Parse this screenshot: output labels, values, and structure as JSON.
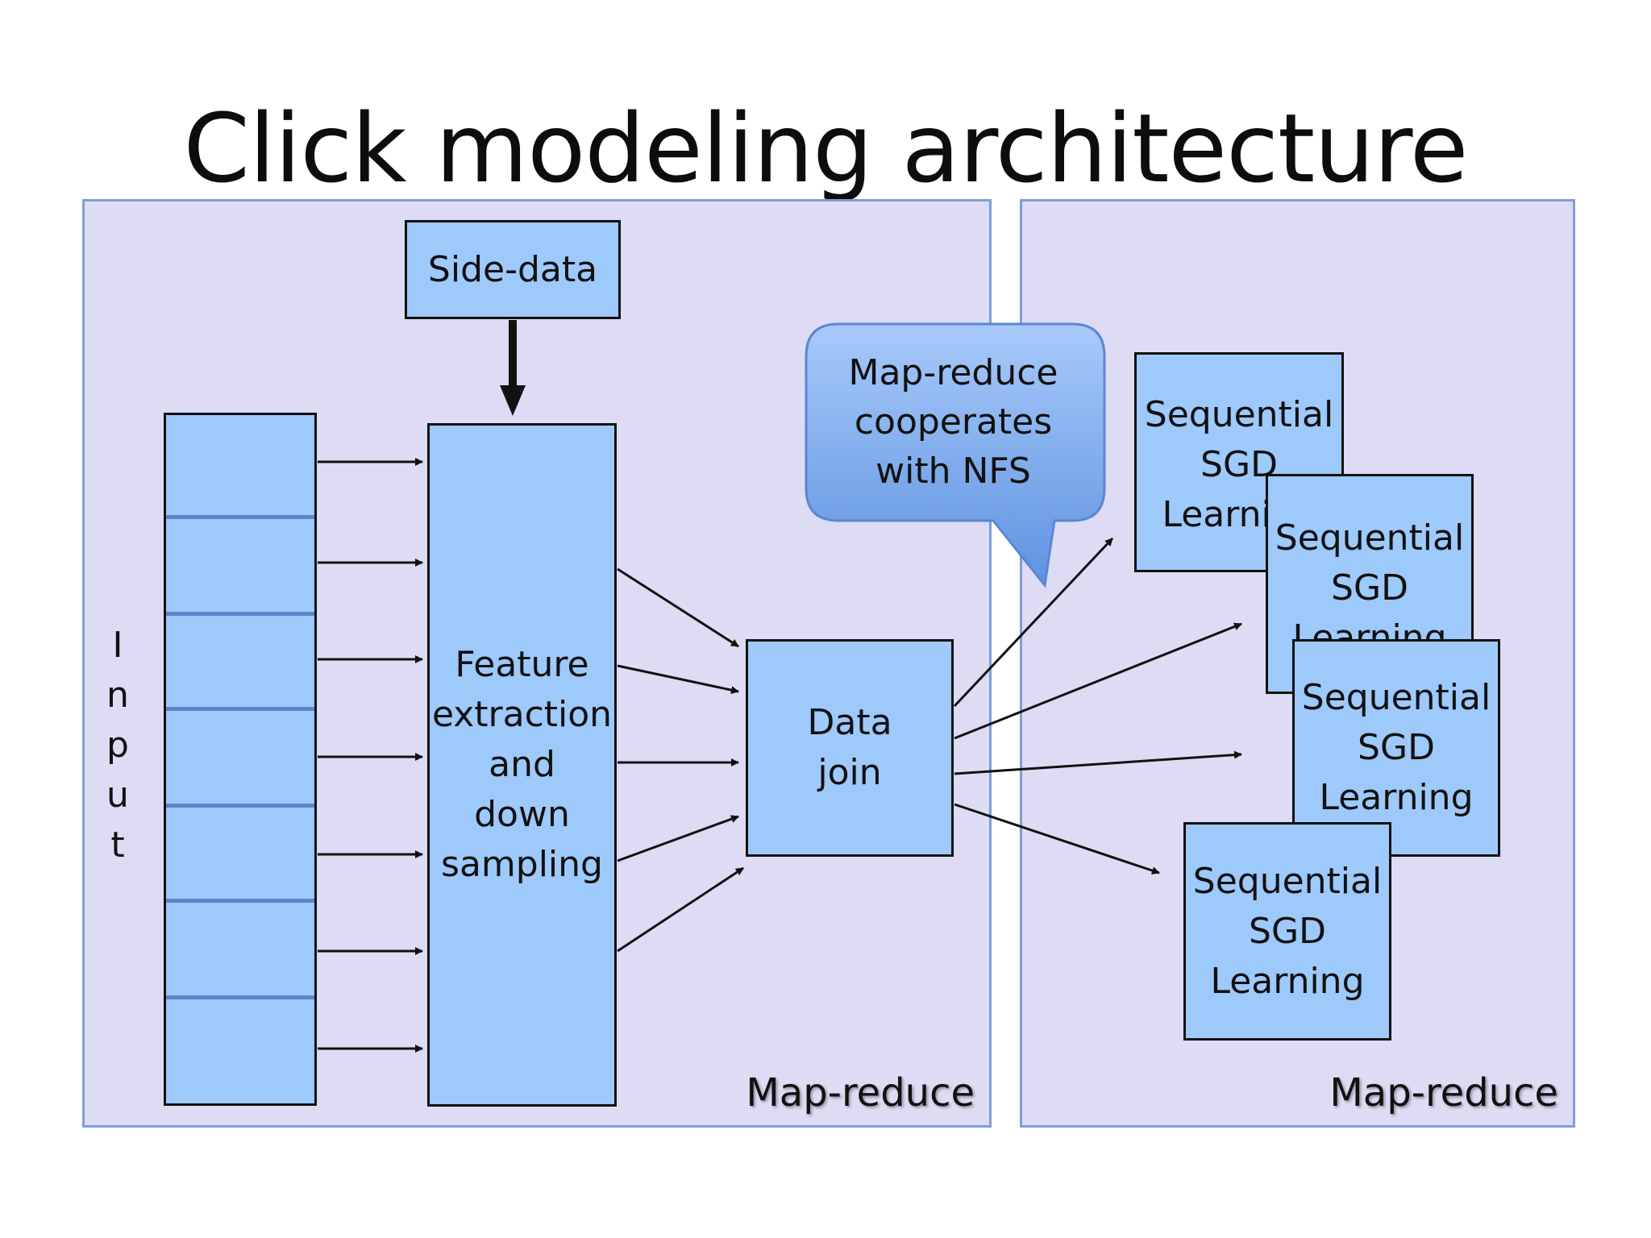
{
  "title": "Click modeling architecture",
  "panels": {
    "left_label": "Map-reduce",
    "right_label": "Map-reduce"
  },
  "input_label": "I\nn\np\nu\nt",
  "side_data": "Side-data",
  "feature_box": "Feature\nextraction\nand\ndown\nsampling",
  "data_join": "Data\njoin",
  "callout": "Map-reduce\ncooperates\nwith NFS",
  "sgd_boxes": [
    "Sequential\nSGD\nLearning",
    "Sequential\nSGD\nLearning",
    "Sequential\nSGD\nLearning",
    "Sequential\nSGD\nLearning"
  ],
  "colors": {
    "panel_fill": "#dddcf4",
    "panel_border": "#7e9ed6",
    "box_fill": "#9ec9fb",
    "callout_fill": "#7aa8ec"
  }
}
